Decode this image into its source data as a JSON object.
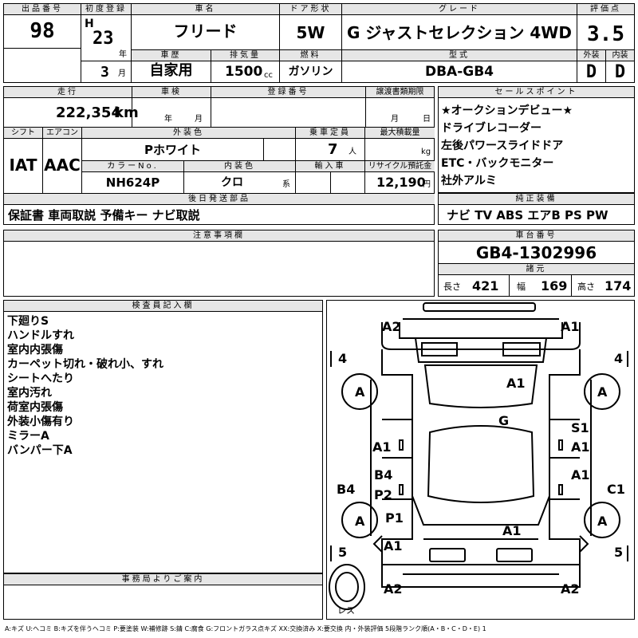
{
  "header": {
    "lot_label": "出品番号",
    "lot_value": "98",
    "first_reg_label": "初度登録",
    "era": "H",
    "year": "23",
    "year_unit": "年",
    "month": "3",
    "month_unit": "月",
    "car_name_label": "車名",
    "car_name": "フリード",
    "door_label": "ドア形状",
    "door_value": "5W",
    "grade_label": "グレード",
    "grade_value": "G ジャストセレクション 4WD",
    "score_label": "評価点",
    "score_value": "3.5",
    "ext_label": "外装",
    "int_label": "内装",
    "ext_value": "D",
    "int_value": "D",
    "history_label": "車歴",
    "history_value": "自家用",
    "displacement_label": "排気量",
    "displacement_value": "1500",
    "displacement_unit": "cc",
    "fuel_label": "燃料",
    "fuel_value": "ガソリン",
    "model_label": "型式",
    "model_value": "DBA-GB4"
  },
  "info": {
    "mileage_label": "走行",
    "mileage_value": "222,354",
    "mileage_unit": "km",
    "inspection_label": "車検",
    "inspection_year_unit": "年",
    "inspection_month_unit": "月",
    "reg_label": "登録番号",
    "transfer_label": "譲渡書類期限",
    "transfer_month_unit": "月",
    "transfer_day_unit": "日",
    "shift_label": "シフト",
    "shift_value": "IAT",
    "ac_label": "エアコン",
    "ac_value": "AAC",
    "color_label": "外装色",
    "color_value": "Pホワイト",
    "capacity_label": "乗車定員",
    "capacity_value": "7",
    "capacity_unit": "人",
    "load_label": "最大積載量",
    "load_unit": "kg",
    "color_no_label": "カラーNo.",
    "color_no_value": "NH624P",
    "interior_color_label": "内装色",
    "interior_color_value": "クロ",
    "interior_color_suffix": "系",
    "import_label": "輸入車",
    "recycle_label": "リサイクル預託金",
    "recycle_value": "12,190",
    "recycle_unit": "円",
    "later_label": "後日発送部品",
    "later_value": "保証書 車両取説 予備キー ナビ取説"
  },
  "sales_points": {
    "label": "セールスポイント",
    "items": [
      "★オークションデビュー★",
      "ドライブレコーダー",
      "左後パワースライドドア",
      "ETC・バックモニター",
      "社外アルミ"
    ]
  },
  "equipment": {
    "label": "純正装備",
    "value": "ナビ TV ABS エアB PS PW"
  },
  "caution": {
    "label": "注意事項欄"
  },
  "chassis": {
    "label": "車台番号",
    "value": "GB4-1302996"
  },
  "specs": {
    "label": "諸元",
    "length_label": "長さ",
    "length_value": "421",
    "width_label": "幅",
    "width_value": "169",
    "height_label": "高さ",
    "height_value": "174"
  },
  "inspector": {
    "label": "検査員記入欄",
    "lines": [
      "下廻りS",
      "ハンドルすれ",
      "室内内張傷",
      "カーペット切れ・破れ小、すれ",
      "シートへたり",
      "室内汚れ",
      "荷室内張傷",
      "外装小傷有り",
      "ミラーA",
      "バンパー下A"
    ]
  },
  "office": {
    "label": "事務局よりご案内"
  },
  "diagram": {
    "marks": {
      "rear_left": "A2",
      "rear_right": "A1",
      "tire_rl": "A",
      "tire_rr": "A",
      "tire_fl": "A",
      "tire_fr": "A",
      "tread_rl": "4",
      "tread_rr": "4",
      "tread_fl": "5",
      "tread_fr": "5",
      "roof": "A1",
      "glass": "G",
      "rr_door": "S1",
      "rr_door2": "A1",
      "rl_door": "A1",
      "fr_door": "A1",
      "fl_door": "B4",
      "fl_door2": "P2",
      "rear_fender_l": "B4",
      "front_fender_r": "C1",
      "front_fender_l": "P1",
      "bonnet": "A1",
      "front_l": "A1",
      "front_bumper_l": "A2",
      "front_bumper_r": "A2",
      "spare": "レス"
    }
  },
  "legend": "A:キズ U:ヘコミ B:キズを伴うヘコミ P:要塗装 W:補修跡 S:錆 C:腐食 G:フロントガラス点キズ XX:交換済み X:要交換 内・外装評価 5段階ランク順(A・B・C・D・E) 1"
}
